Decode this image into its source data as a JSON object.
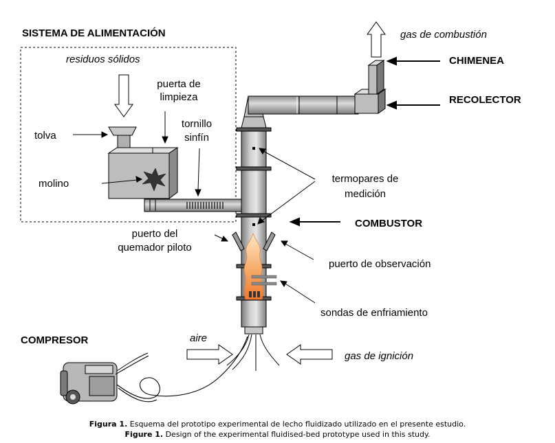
{
  "labels": {
    "feed_system": "SISTEMA DE ALIMENTACIÓN",
    "solid_waste": "residuos sólidos",
    "cleaning_door_1": "puerta de",
    "cleaning_door_2": "limpieza",
    "hopper": "tolva",
    "screw_1": "tornillo",
    "screw_2": "sinfín",
    "mill": "molino",
    "pilot_port_1": "puerto del",
    "pilot_port_2": "quemador piloto",
    "compressor": "COMPRESOR",
    "air": "aire",
    "combustion_gas": "gas de combustión",
    "chimney": "CHIMENEA",
    "collector": "RECOLECTOR",
    "thermocouples_1": "termopares de",
    "thermocouples_2": "medición",
    "combustor": "COMBUSTOR",
    "observation_port": "puerto de observación",
    "cooling_probes": "sondas de enfriamiento",
    "ignition_gas": "gas de ignición"
  },
  "caption": {
    "es_label": "Figura 1.",
    "es_text": " Esquema del prototipo experimental de lecho fluidizado utilizado en el presente estudio.",
    "en_label": "Figure 1.",
    "en_text": " Design of the experimental fluidised-bed prototype used in this study."
  },
  "colors": {
    "metal_light": "#d4d4d4",
    "metal_mid": "#a8a8a8",
    "metal_dark": "#6e6e6e",
    "flame": "#f5a055",
    "flame_core": "#ffe0b0"
  }
}
